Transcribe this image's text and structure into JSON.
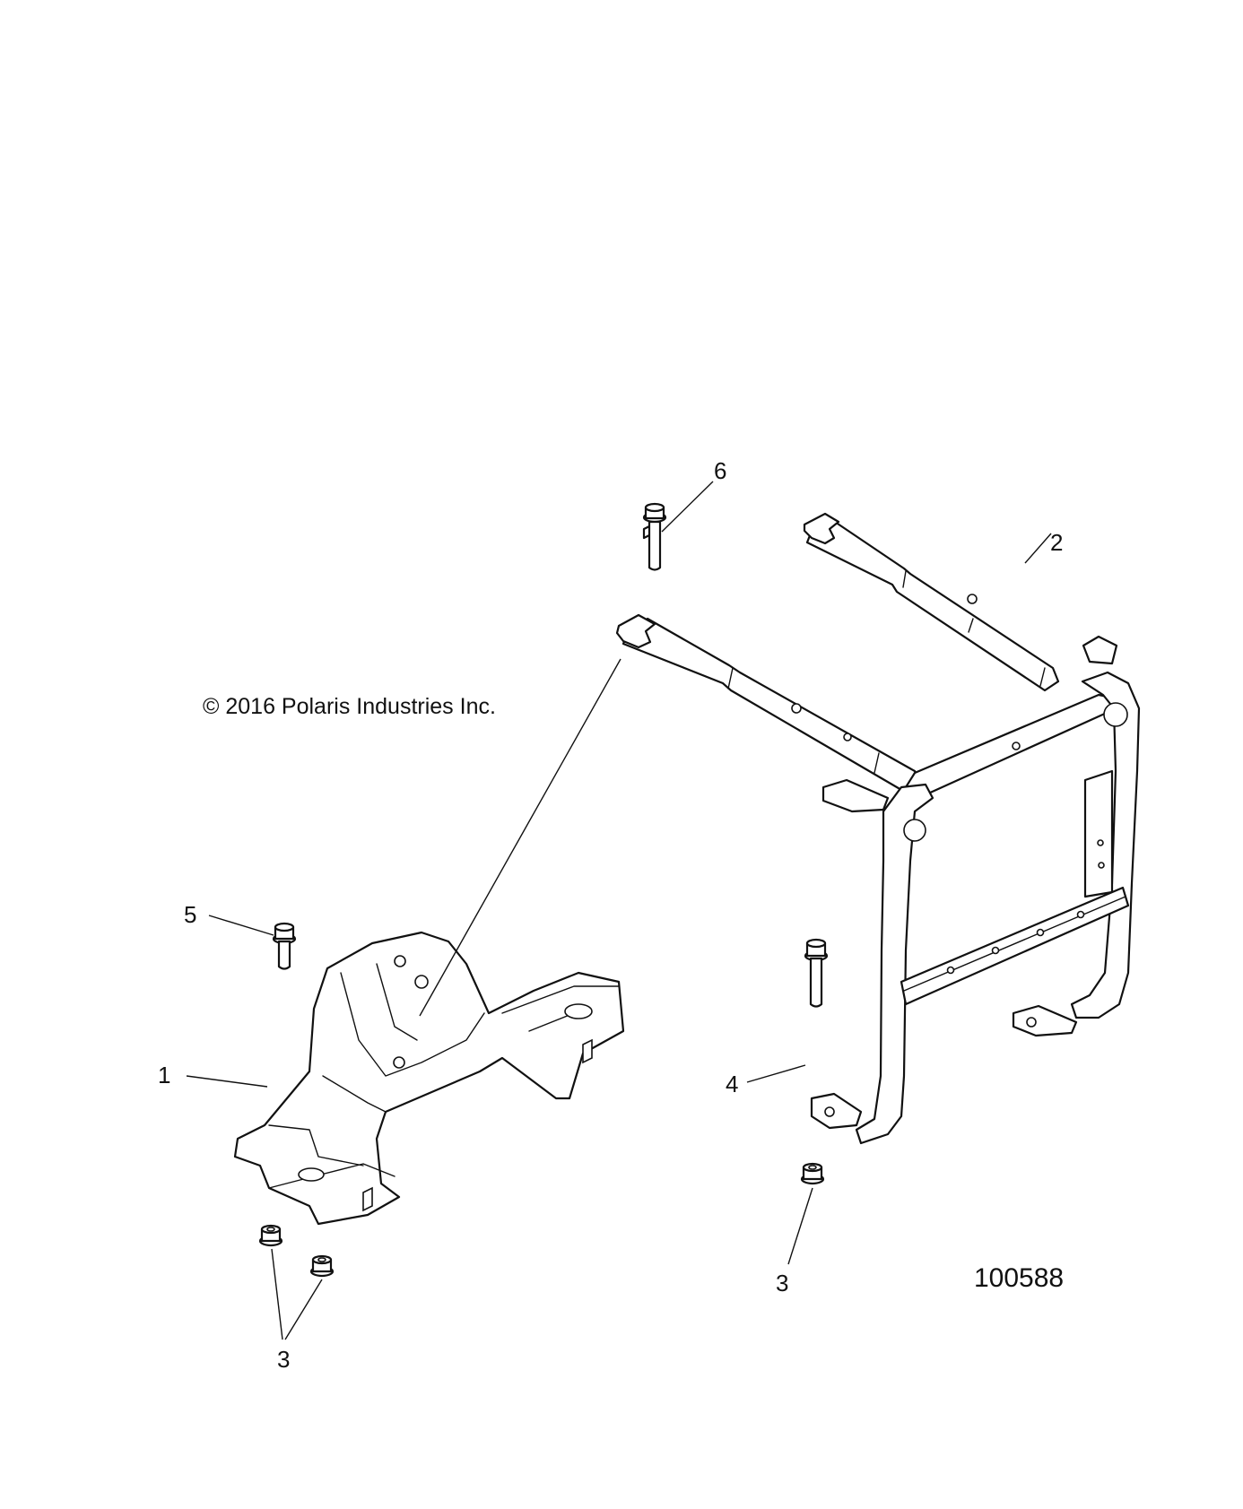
{
  "copyright": "© 2016 Polaris Industries Inc.",
  "drawing_number": "100588",
  "callouts": [
    {
      "id": "1",
      "label": "1"
    },
    {
      "id": "2",
      "label": "2"
    },
    {
      "id": "3a",
      "label": "3"
    },
    {
      "id": "3b",
      "label": "3"
    },
    {
      "id": "4",
      "label": "4"
    },
    {
      "id": "5",
      "label": "5"
    },
    {
      "id": "6",
      "label": "6"
    }
  ],
  "parts": [
    {
      "ref": "1",
      "icon": "front-bracket-icon"
    },
    {
      "ref": "2",
      "icon": "tube-frame-icon"
    },
    {
      "ref": "3",
      "icon": "flange-nut-icon"
    },
    {
      "ref": "4",
      "icon": "flange-bolt-icon"
    },
    {
      "ref": "5",
      "icon": "flange-bolt-icon"
    },
    {
      "ref": "6",
      "icon": "flange-bolt-icon"
    }
  ]
}
